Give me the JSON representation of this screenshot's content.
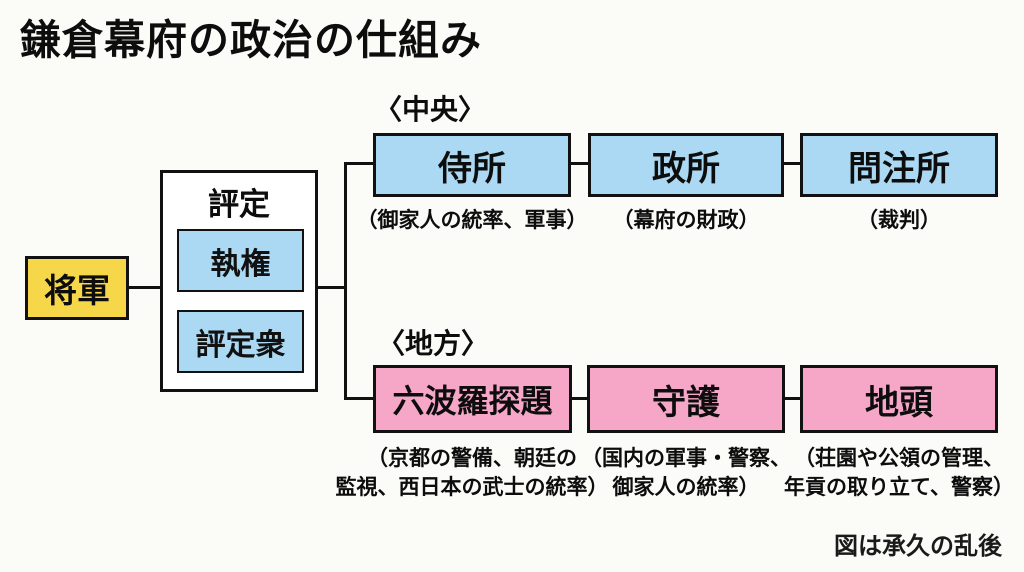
{
  "title": "鎌倉幕府の政治の仕組み",
  "note": "図は承久の乱後",
  "colors": {
    "background": "#fbfbf8",
    "shogun_yellow": "#f7d74a",
    "central_blue": "#abd9f3",
    "regional_pink": "#f6a6c6",
    "line_black": "#111111"
  },
  "shogun": {
    "label": "将軍"
  },
  "council": {
    "label": "評定",
    "members": [
      {
        "label": "執権"
      },
      {
        "label": "評定衆"
      }
    ]
  },
  "central": {
    "section_label": "〈中央〉",
    "offices": [
      {
        "label": "侍所",
        "caption": "（御家人の統率、軍事）"
      },
      {
        "label": "政所",
        "caption": "（幕府の財政）"
      },
      {
        "label": "問注所",
        "caption": "（裁判）"
      }
    ]
  },
  "regional": {
    "section_label": "〈地方〉",
    "offices": [
      {
        "label": "六波羅探題",
        "caption_line1": "（京都の警備、朝廷の",
        "caption_line2": "監視、西日本の武士の統率）"
      },
      {
        "label": "守護",
        "caption_line1": "（国内の軍事・警察、",
        "caption_line2": "御家人の統率）"
      },
      {
        "label": "地頭",
        "caption_line1": "（荘園や公領の管理、",
        "caption_line2": "年貢の取り立て、警察）"
      }
    ]
  }
}
